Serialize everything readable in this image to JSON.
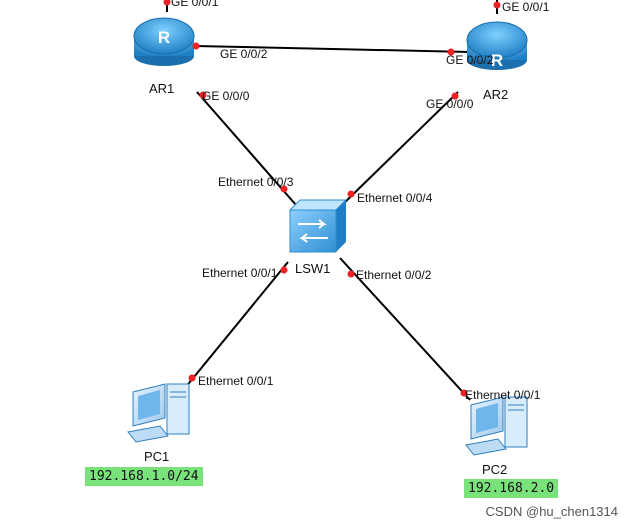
{
  "devices": {
    "ar1": {
      "label": "AR1"
    },
    "ar2": {
      "label": "AR2"
    },
    "lsw1": {
      "label": "LSW1"
    },
    "pc1": {
      "label": "PC1",
      "network": "192.168.1.0/24"
    },
    "pc2": {
      "label": "PC2",
      "network": "192.168.2.0"
    }
  },
  "ports": {
    "ar1_g001": "GE 0/0/1",
    "ar1_g002": "GE 0/0/2",
    "ar1_g000": "GE 0/0/0",
    "ar2_g001": "GE 0/0/1",
    "ar2_g002": "GE 0/0/2",
    "ar2_g000": "GE 0/0/0",
    "lsw_e003": "Ethernet 0/0/3",
    "lsw_e004": "Ethernet 0/0/4",
    "lsw_e001": "Ethernet 0/0/1",
    "lsw_e002": "Ethernet 0/0/2",
    "pc1_e001": "Ethernet 0/0/1",
    "pc2_e001": "Ethernet 0/0/1"
  },
  "colors": {
    "router": "#3a9bd8",
    "switch": "#4aa8e0",
    "link": "#000000",
    "port_dot": "#ee2222",
    "ip_highlight": "#79e27a"
  },
  "watermark": "CSDN @hu_chen1314"
}
